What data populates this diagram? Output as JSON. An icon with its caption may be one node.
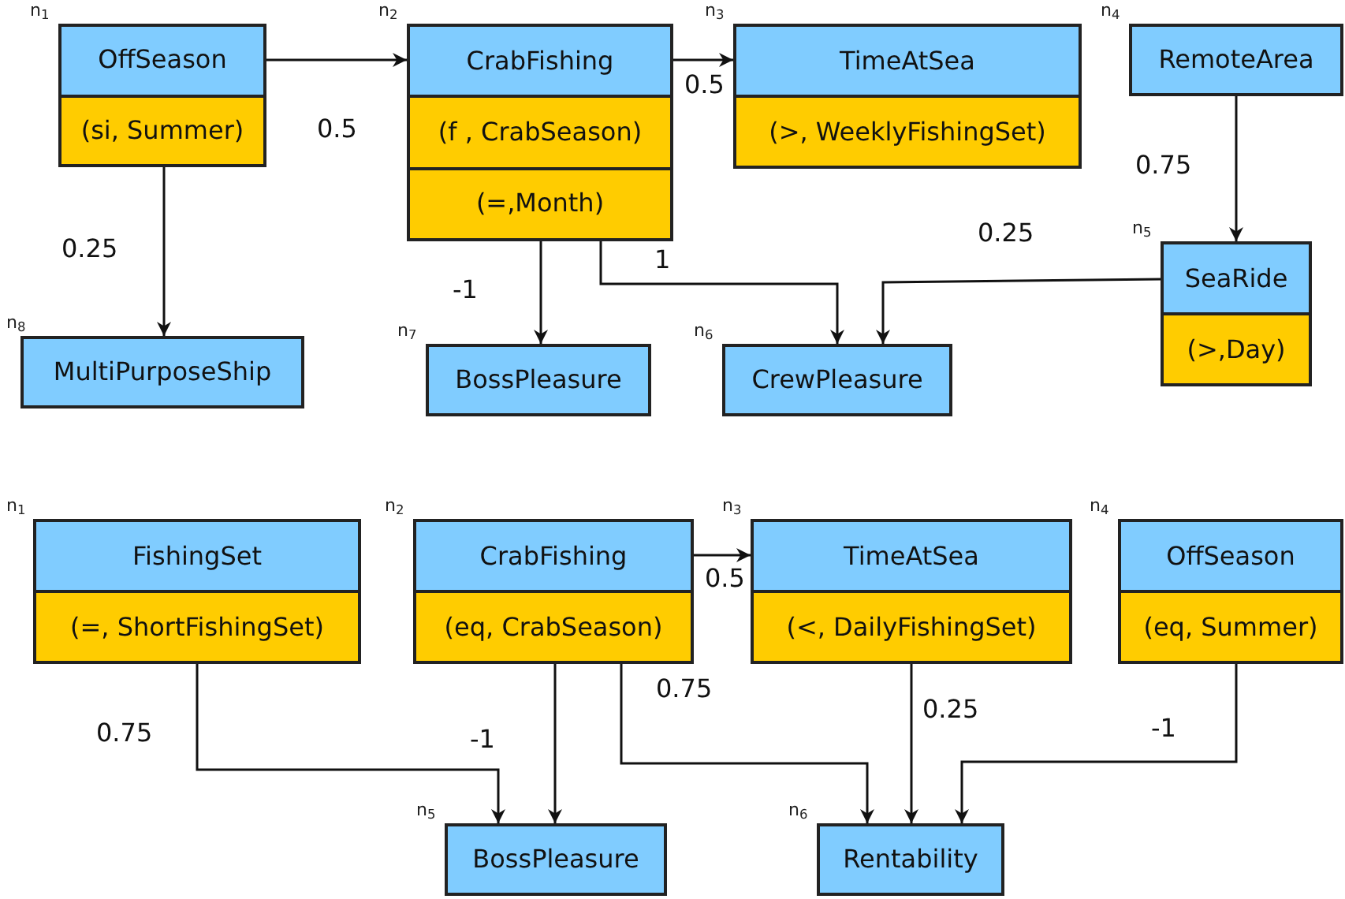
{
  "diagram": {
    "nodes": [
      {
        "text": [
          "OffSeason",
          "(si, Summer)"
        ],
        "beside": [
          "n$_{1}$"
        ]
      },
      {
        "text": [
          "CrabFishing",
          "(f , CrabSeason)",
          "(=,Month)"
        ],
        "beside": [
          "n$_{2}$"
        ]
      },
      {
        "text": [
          "TimeAtSea",
          "(>, WeeklyFishingSet)"
        ],
        "beside": [
          "n$_{3}$"
        ]
      },
      {
        "text": [
          "RemoteArea"
        ],
        "beside": [
          "n$_{4}$"
        ]
      },
      {
        "text": [
          "SeaRide",
          "(>,Day)"
        ],
        "beside": [
          "n$_{5}$"
        ]
      },
      {
        "text": [
          "CrewPleasure"
        ],
        "beside": [
          "n$_{6}$"
        ]
      },
      {
        "text": [
          "BossPleasure"
        ],
        "beside": [
          "n$_{7}$"
        ]
      },
      {
        "text": [
          "MultiPurposeShip"
        ],
        "beside": [
          "n$_{8}$"
        ]
      },
      {
        "text": [
          "FishingSet",
          "(=, ShortFishingSet)"
        ],
        "beside": [
          "n$_{1}$"
        ]
      },
      {
        "text": [
          "CrabFishing",
          "(eq, CrabSeason)"
        ],
        "beside": [
          "n$_{2}$"
        ]
      },
      {
        "text": [
          "TimeAtSea",
          "(<, DailyFishingSet)"
        ],
        "beside": [
          "n$_{3}$"
        ]
      },
      {
        "text": [
          "OffSeason",
          "(eq, Summer)"
        ],
        "beside": [
          "n$_{4}$"
        ]
      },
      {
        "text": [
          "BossPleasure"
        ],
        "beside": [
          "n$_{5}$"
        ]
      },
      {
        "text": [
          "Rentability"
        ],
        "beside": [
          "n$_{6}$"
        ]
      }
    ],
    "edges": [
      {
        "from": 0,
        "to": 1,
        "arrow": "to",
        "label": "0.5"
      },
      {
        "from": 1,
        "to": 2,
        "arrow": "to",
        "label": "0.5"
      },
      {
        "from": 0,
        "to": 7,
        "arrow": "to",
        "label": "0.25"
      },
      {
        "from": 1,
        "to": 6,
        "arrow": "to",
        "label": "-1"
      },
      {
        "from": 1,
        "to": 5,
        "arrow": "to",
        "label": "1"
      },
      {
        "from": 3,
        "to": 4,
        "arrow": "to",
        "label": "0.75"
      },
      {
        "from": 4,
        "to": 5,
        "arrow": "to",
        "label": "0.25"
      },
      {
        "from": 8,
        "to": 12,
        "arrow": "to",
        "label": "0.75"
      },
      {
        "from": 9,
        "to": 12,
        "arrow": "to",
        "label": "-1"
      },
      {
        "from": 9,
        "to": 10,
        "arrow": "to",
        "label": "0.5"
      },
      {
        "from": 9,
        "to": 13,
        "arrow": "to",
        "label": "0.75"
      },
      {
        "from": 10,
        "to": 13,
        "arrow": "to",
        "label": "0.25"
      },
      {
        "from": 11,
        "to": 13,
        "arrow": "to",
        "label": "-1"
      }
    ]
  }
}
